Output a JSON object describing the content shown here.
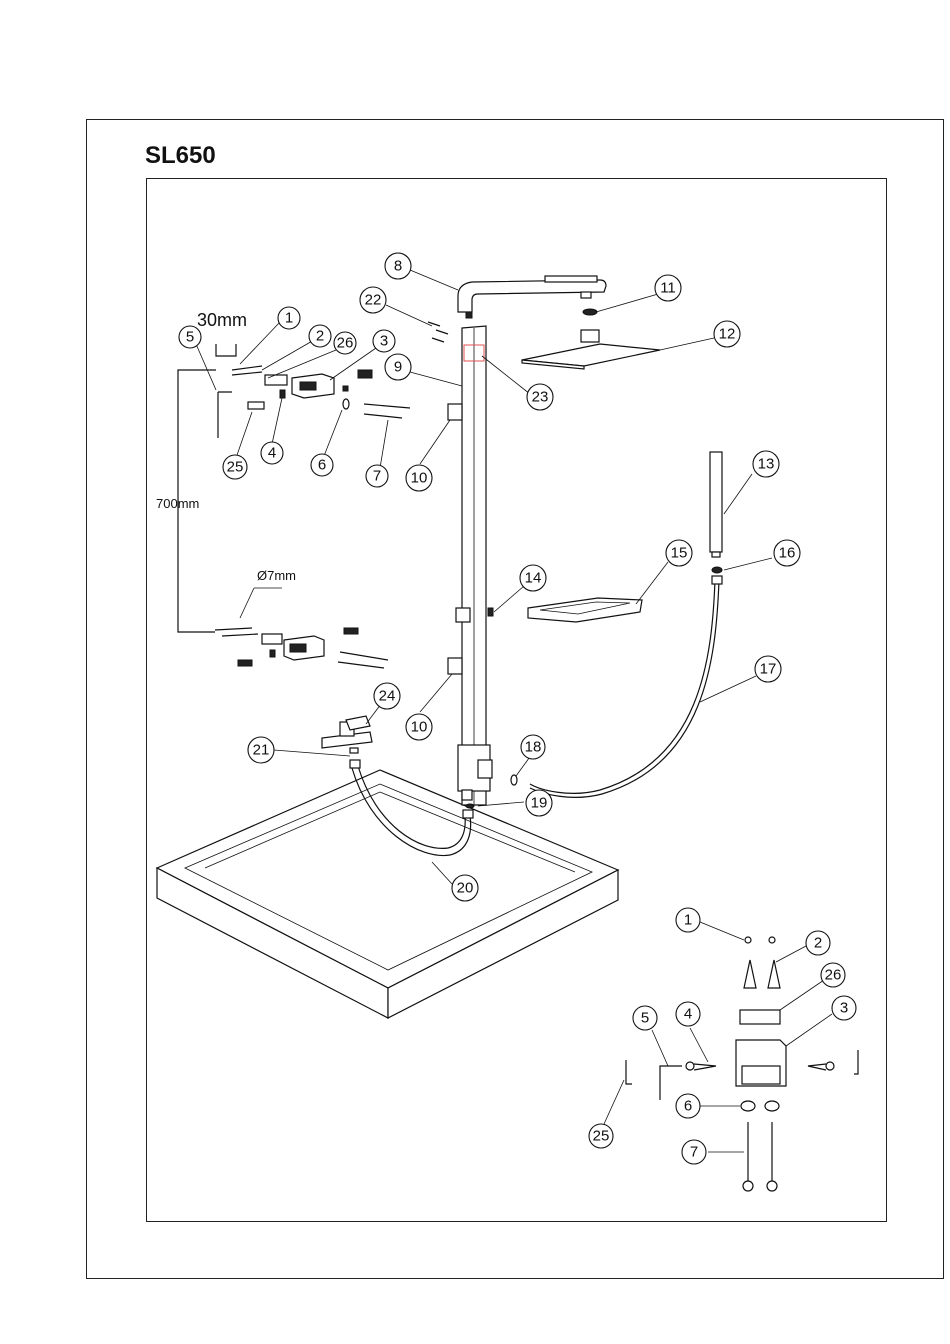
{
  "title": "SL650",
  "dimensions": {
    "spacing": "30mm",
    "height": "700mm",
    "drill": "Ø7mm"
  },
  "callouts": [
    "1",
    "2",
    "3",
    "4",
    "5",
    "6",
    "7",
    "8",
    "9",
    "10",
    "11",
    "12",
    "13",
    "14",
    "15",
    "16",
    "17",
    "18",
    "19",
    "20",
    "21",
    "22",
    "23",
    "24",
    "25",
    "26"
  ],
  "detail_callouts": [
    "1",
    "2",
    "26",
    "3",
    "4",
    "5",
    "6",
    "7",
    "25"
  ]
}
